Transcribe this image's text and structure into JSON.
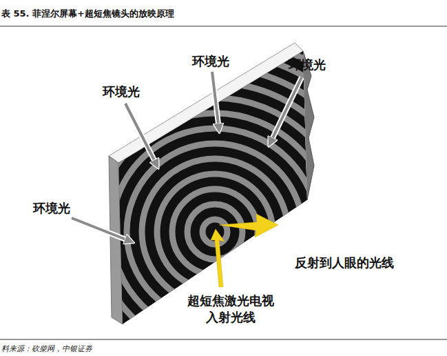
{
  "diagram": {
    "title": "表 55. 菲涅尔屏幕+超短焦镜头的放映原理",
    "caption": "料来源：砍柴网，中银证券",
    "labels": [
      "环境光",
      "环境光",
      "环境光",
      "环境光",
      "反射到人眼的光线",
      "超短焦激光电视 入射光线"
    ]
  }
}
